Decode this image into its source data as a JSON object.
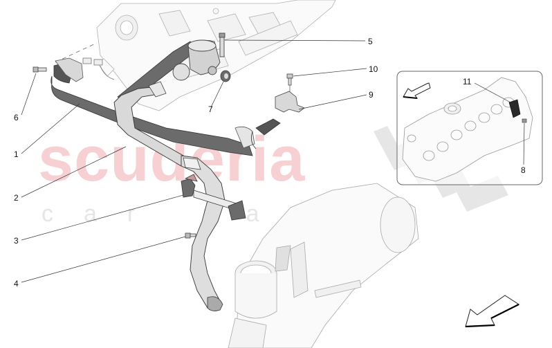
{
  "diagram": {
    "type": "exploded-parts-diagram",
    "watermark": {
      "main_text": "scuderia",
      "sub_text": "car parts",
      "main_color": "#f6c8cc",
      "sub_color": "#e6e6e6"
    },
    "callouts": [
      {
        "id": "1",
        "label": "1"
      },
      {
        "id": "2",
        "label": "2"
      },
      {
        "id": "3",
        "label": "3"
      },
      {
        "id": "4",
        "label": "4"
      },
      {
        "id": "5",
        "label": "5"
      },
      {
        "id": "6",
        "label": "6"
      },
      {
        "id": "7",
        "label": "7"
      },
      {
        "id": "8",
        "label": "8"
      },
      {
        "id": "9",
        "label": "9"
      },
      {
        "id": "10",
        "label": "10"
      },
      {
        "id": "11",
        "label": "11"
      }
    ],
    "inset": {
      "callouts": [
        "11",
        "8"
      ],
      "direction_arrow": "arrow-down-left"
    },
    "main_direction_arrow": "arrow-down-left",
    "colors": {
      "hose_dark": "#6b6b6b",
      "hose_light": "#d9d9d9",
      "line_art": "#9a9a9a",
      "leader_line": "#333333",
      "inset_border": "#666666"
    }
  }
}
